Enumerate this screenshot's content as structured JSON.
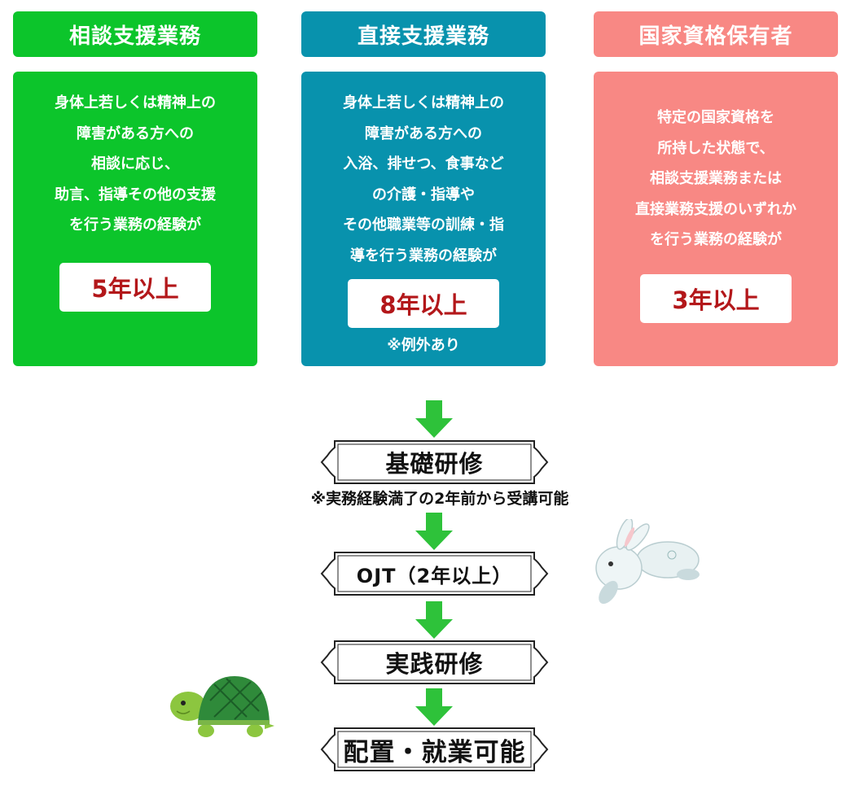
{
  "columns": [
    {
      "title": "相談支援業務",
      "description": "身体上若しくは精神上の\n障害がある方への\n相談に応じ、\n助言、指導その他の支援\nを行う業務の経験が",
      "requirement": "5年以上",
      "color": "#0cc52b"
    },
    {
      "title": "直接支援業務",
      "description": "身体上若しくは精神上の\n障害がある方への\n入浴、排せつ、食事など\nの介護・指導や\nその他職業等の訓練・指\n導を行う業務の経験が",
      "requirement": "8年以上",
      "note": "※例外あり",
      "color": "#0892ad"
    },
    {
      "title": "国家資格保有者",
      "description": "特定の国家資格を\n所持した状態で、\n相談支援業務または\n直接業務支援のいずれか\nを行う業務の経験が",
      "requirement": "3年以上",
      "color": "#f88884"
    }
  ],
  "flow": {
    "steps": [
      "基礎研修",
      "OJT（2年以上）",
      "実践研修",
      "配置・就業可能"
    ],
    "basic_training_note": "※実務経験満了の2年前から受講可能"
  },
  "colors": {
    "arrow": "#2ec23a",
    "requirement_text": "#b3171a"
  }
}
